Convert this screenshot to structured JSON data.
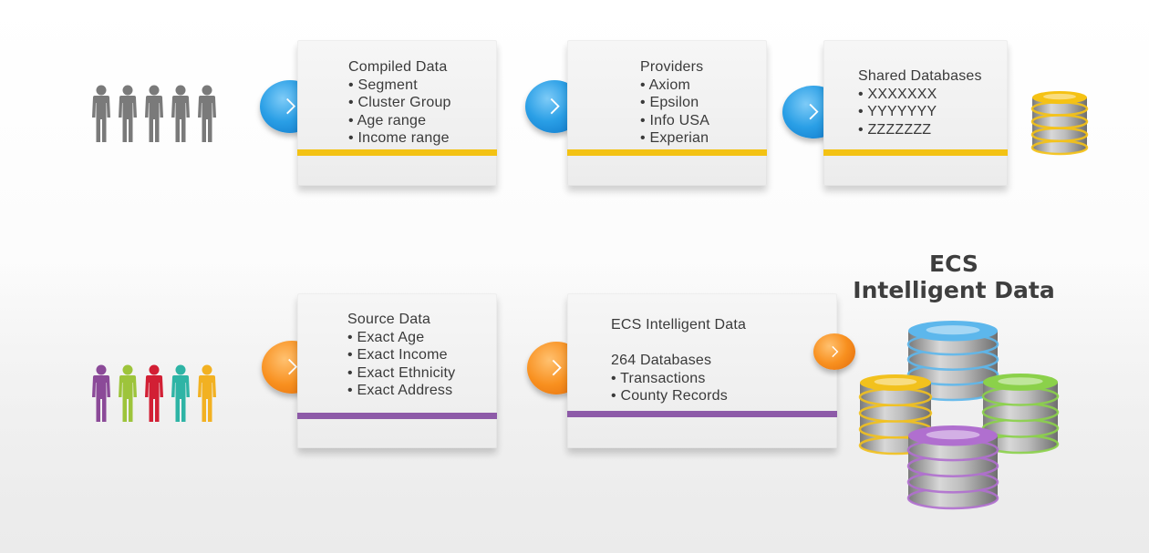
{
  "top_row": {
    "card1": {
      "title": "Compiled Data",
      "items": [
        "• Segment",
        "• Cluster Group",
        "• Age range",
        "• Income range"
      ]
    },
    "card2": {
      "title": "Providers",
      "items": [
        "• Axiom",
        "• Epsilon",
        "• Info USA",
        "• Experian"
      ]
    },
    "card3": {
      "title": "Shared Databases",
      "items": [
        "• XXXXXXX",
        "• YYYYYYY",
        "• ZZZZZZZ"
      ]
    }
  },
  "bottom_row": {
    "card1": {
      "title": "Source Data",
      "items": [
        "• Exact Age",
        "• Exact Income",
        "• Exact Ethnicity",
        "• Exact Address"
      ]
    },
    "card2": {
      "title": "ECS Intelligent Data",
      "blank": "",
      "items": [
        "264 Databases",
        "• Transactions",
        "• County Records"
      ]
    },
    "result_title": {
      "line1": "ECS",
      "line2": "Intelligent Data"
    }
  },
  "colors": {
    "gray_person": "#7a7a7a",
    "people_bottom": [
      "#8b4a98",
      "#9dc43b",
      "#d21f34",
      "#2eb4a5",
      "#f2b122"
    ],
    "yellow_bar": "#f3c214",
    "purple_bar": "#8d5aa8",
    "blue_arrow": "#2a9fe6",
    "orange_arrow": "#f8901f"
  },
  "icons": [
    "person-icon",
    "chevron-right-icon",
    "database-icon"
  ]
}
